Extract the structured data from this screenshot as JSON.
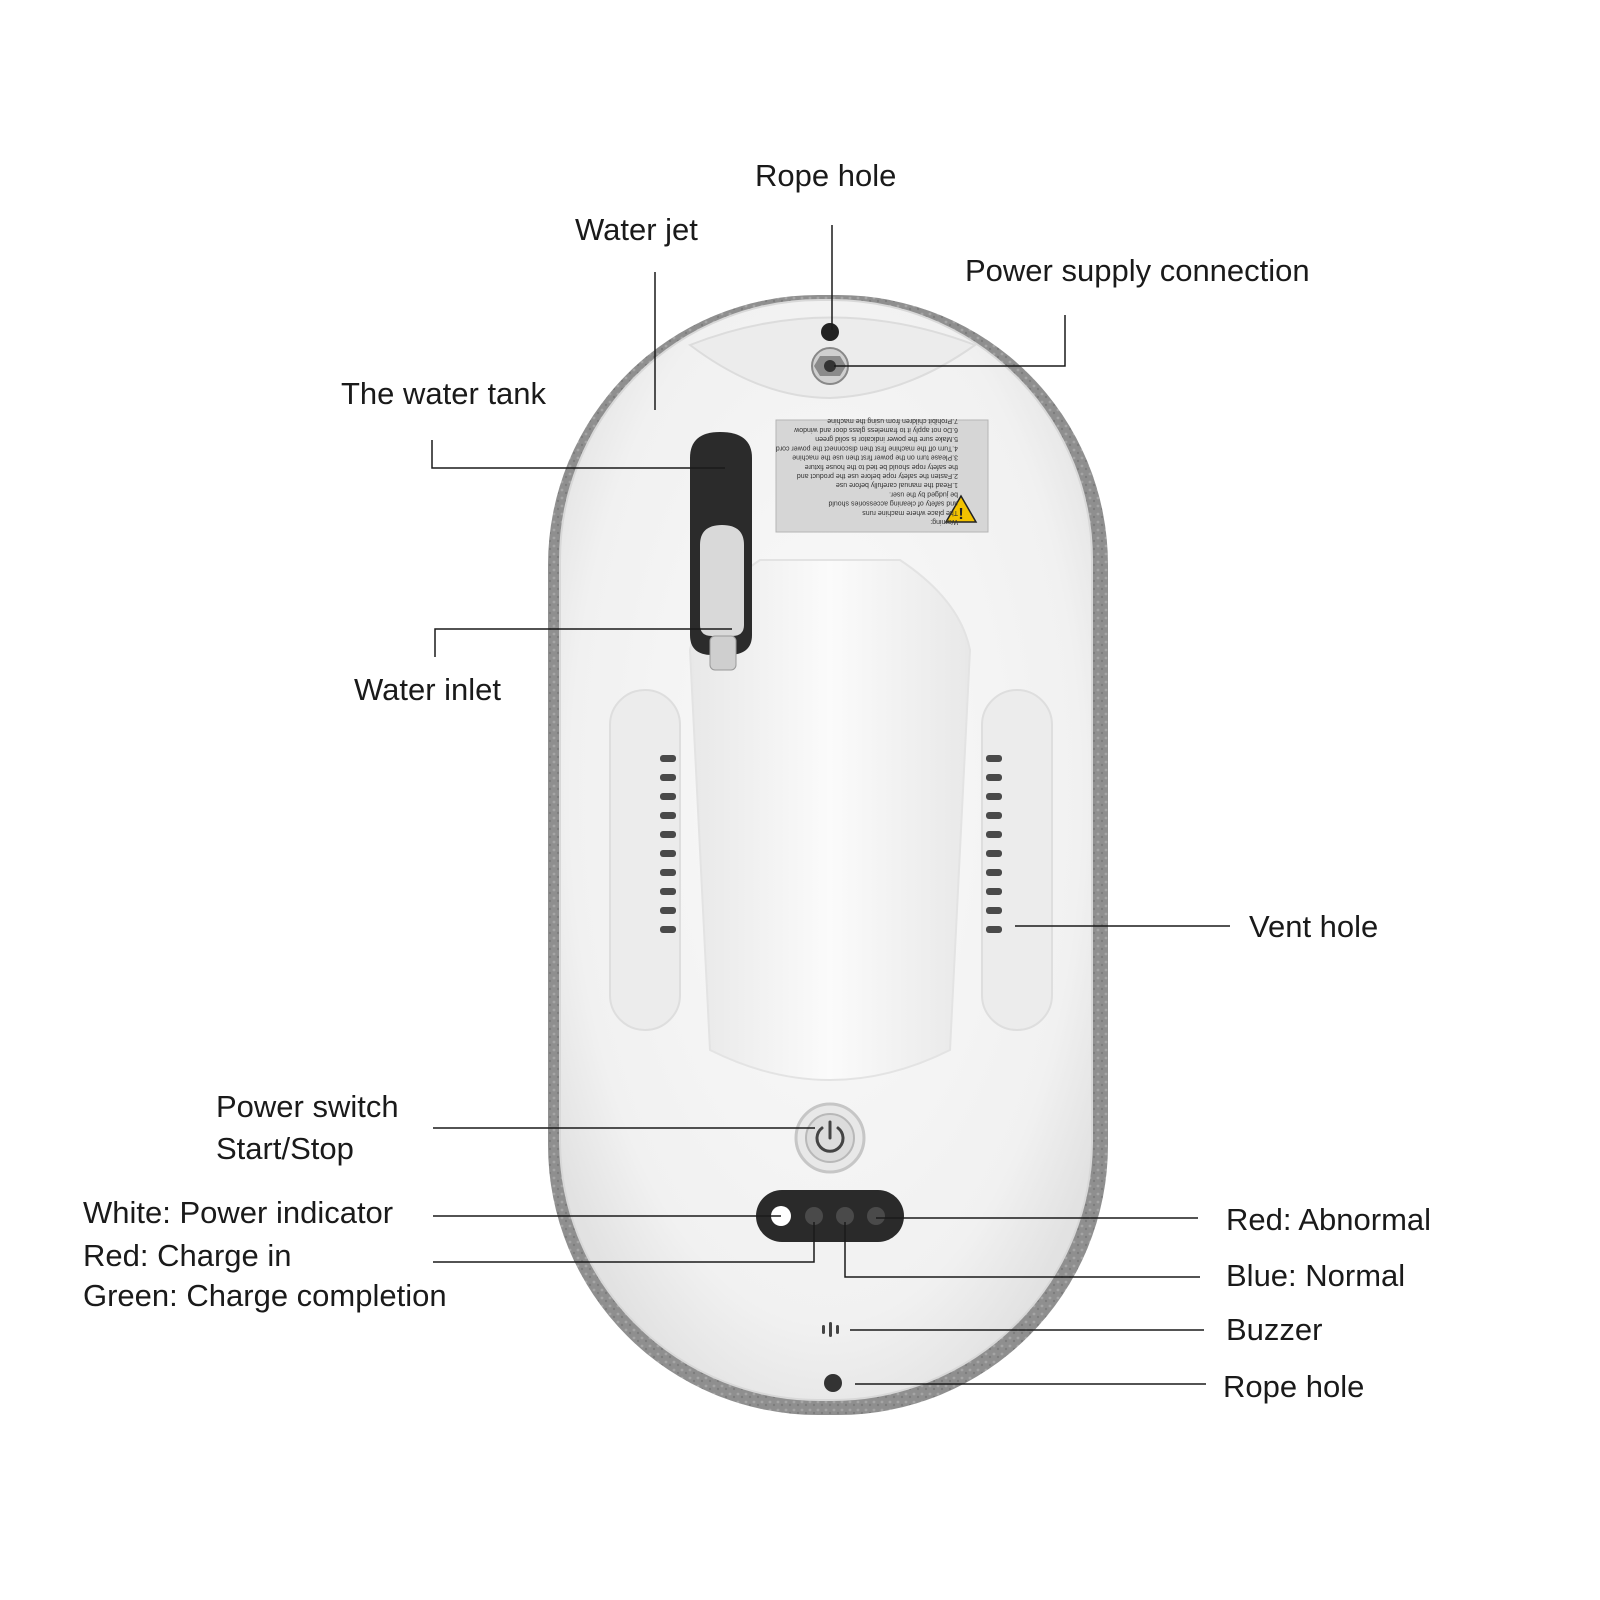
{
  "colors": {
    "body": "#f3f3f3",
    "pad": "#8f8f8f",
    "tank": "#2b2b2b",
    "leader_line": "#1a1a1a",
    "led_white": "#ffffff",
    "warning_yellow": "#f2c200"
  },
  "icons": [
    "power-icon",
    "warning-icon",
    "speaker-icon"
  ],
  "labels": {
    "rope_hole_top": "Rope hole",
    "water_jet": "Water jet",
    "power_supply": "Power supply connection",
    "water_tank": "The water tank",
    "water_inlet": "Water inlet",
    "vent_hole": "Vent hole",
    "power_switch": "Power switch",
    "start_stop": "Start/Stop",
    "white_power": "White: Power indicator",
    "red_charge": "Red: Charge in",
    "green_charge": "Green: Charge completion",
    "red_abnormal": "Red: Abnormal",
    "blue_normal": "Blue: Normal",
    "buzzer": "Buzzer",
    "rope_hole_bottom": "Rope hole"
  },
  "warning_sticker": {
    "heading": "Warning:",
    "lines": [
      "The place where machine runs",
      "and safety of cleaning accessories should",
      "be judged by the user.",
      "1.Read the manual carefully before use",
      "2.Fasten the safety rope before use the product and",
      "the safety rope should be tied to the house fixture",
      "3.Please turn on the power first then use the machine",
      "4.Turn off the machine first then disconnect the power cord",
      "5.Make sure the power indicator is solid green",
      "6.Do not apply it to frameless glass door and window",
      "7.Prohibit children from using the machine"
    ]
  }
}
